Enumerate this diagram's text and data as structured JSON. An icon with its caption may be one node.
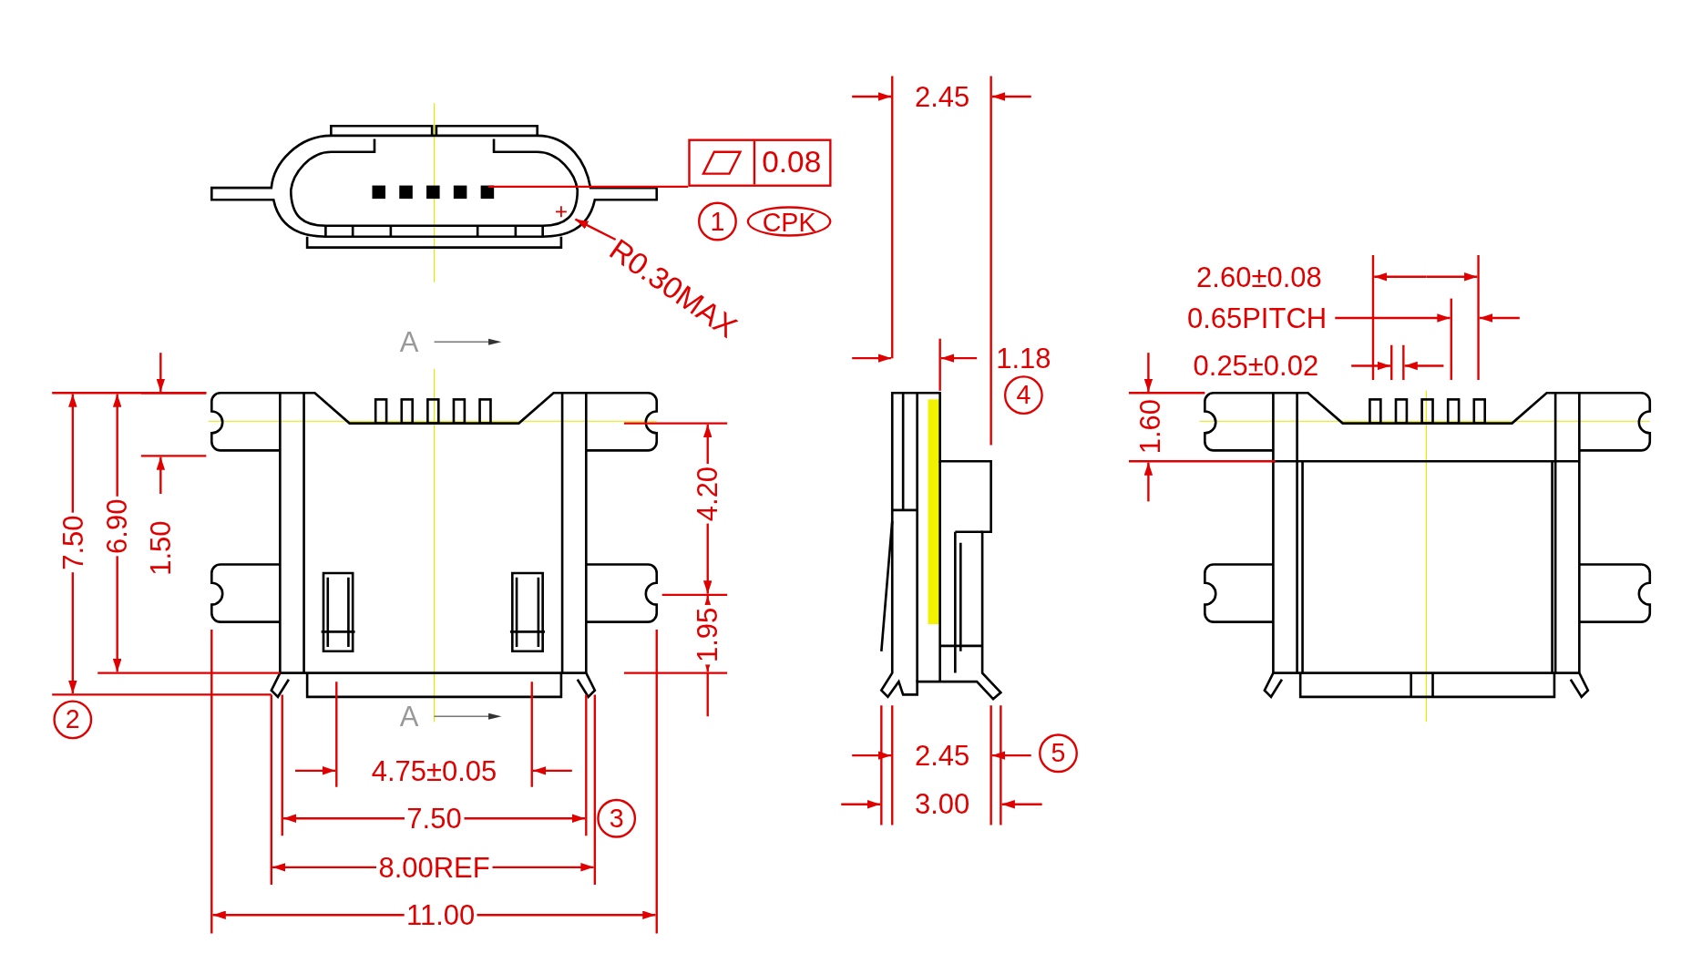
{
  "diagram": {
    "nodes": [
      {
        "text": [
          "0.08"
        ]
      },
      {
        "text": [
          "CPK"
        ]
      },
      {
        "text": [
          "R0.30MAX"
        ]
      }
    ],
    "edges": [
      {
        "from": 0,
        "to": null,
        "arrow": "none"
      },
      {
        "from": 2,
        "to": null,
        "arrow": "to"
      }
    ],
    "labels": [
      "2.45",
      "1",
      "2.60±0.08",
      "0.65PITCH",
      "A",
      "1.18",
      "0.25±0.02",
      "4",
      "1.60",
      "7.50",
      "6.90",
      "1.50",
      "4.20",
      "1.95",
      "2",
      "A",
      "2.45",
      "5",
      "4.75±0.05",
      "3.00",
      "7.50",
      "3",
      "8.00REF",
      "11.00"
    ]
  }
}
